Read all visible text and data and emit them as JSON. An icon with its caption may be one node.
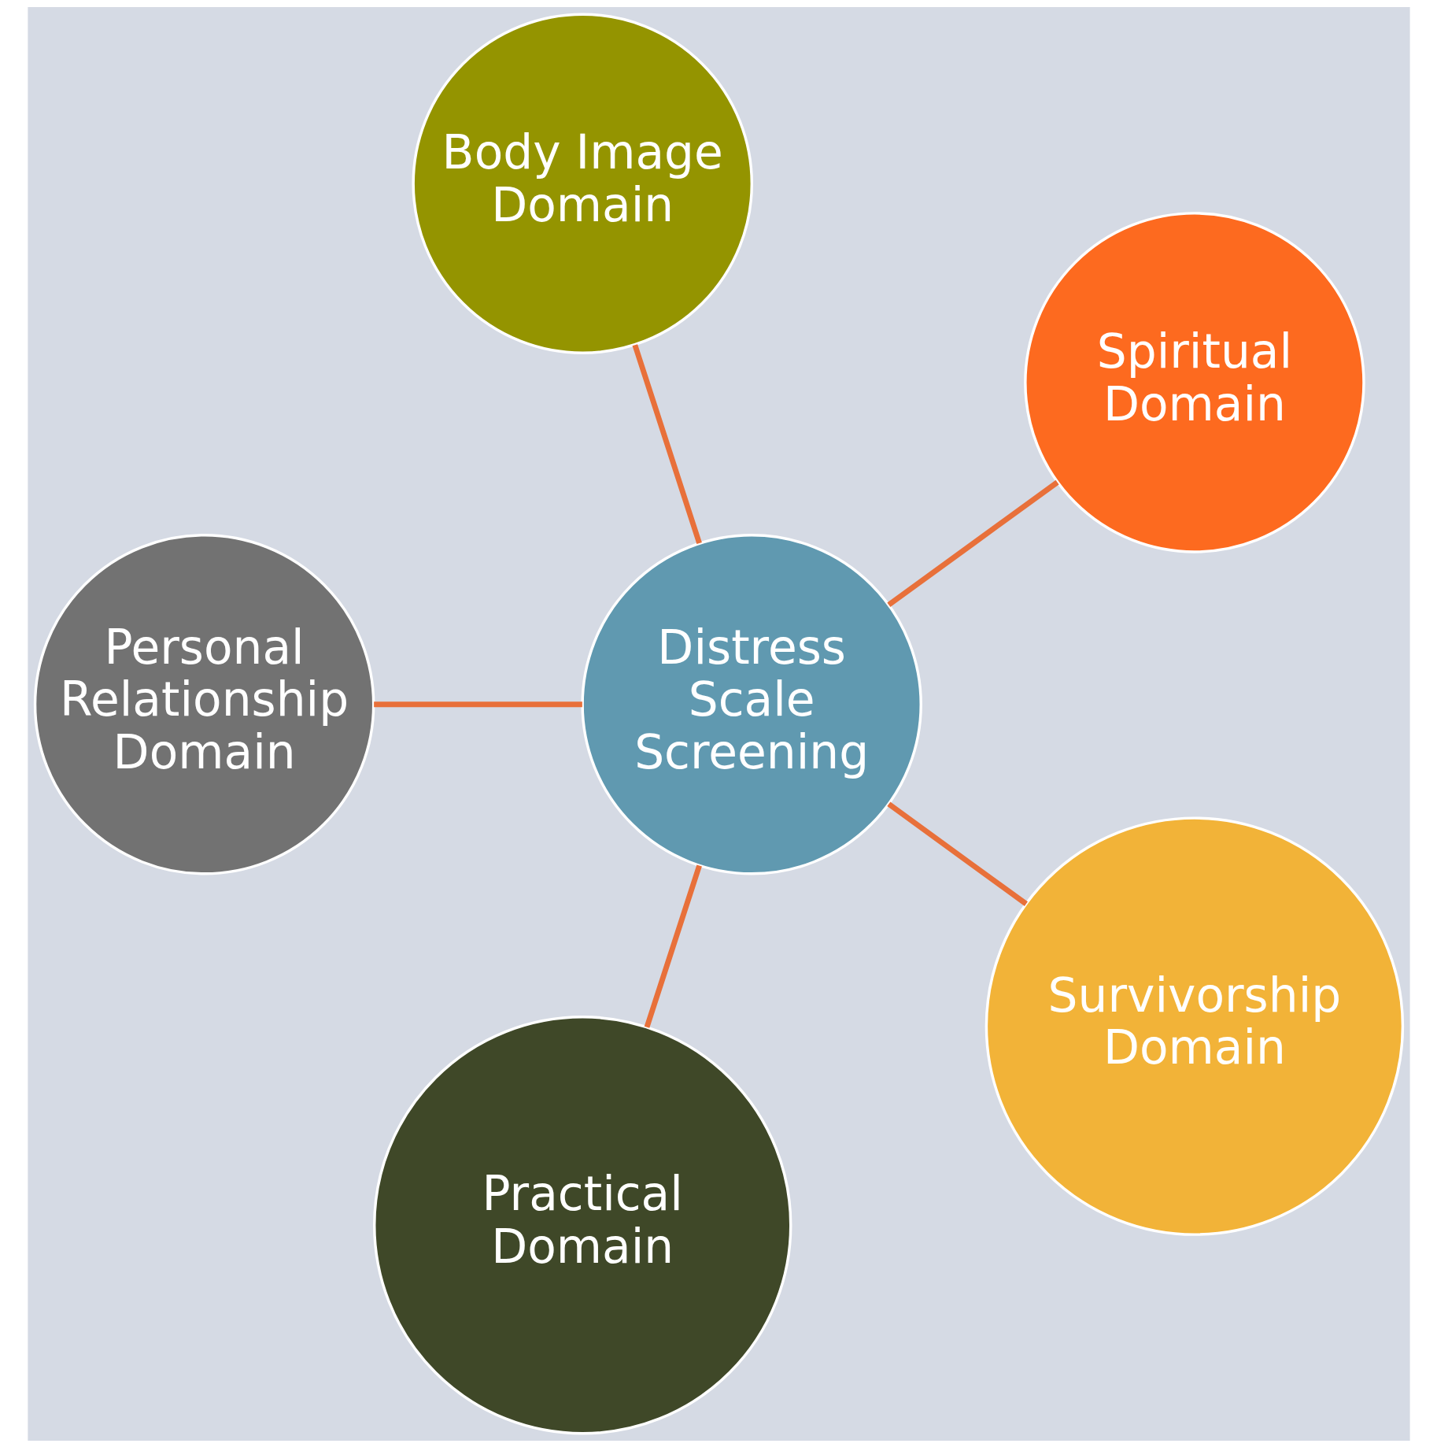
{
  "diagram": {
    "nodes": [
      {
        "text": [
          "Spiritual Domain"
        ]
      },
      {
        "text": [
          "Body Image Domain"
        ]
      },
      {
        "text": [
          "Personal Relationship Domain"
        ]
      },
      {
        "text": [
          "Distress Scale Screening"
        ]
      },
      {
        "text": [
          "Practical Domain"
        ]
      },
      {
        "text": [
          "Survivorship Domain"
        ]
      }
    ],
    "edges": [
      {
        "from": 3,
        "to": 0,
        "arrow": "none"
      },
      {
        "from": 3,
        "to": 2,
        "arrow": "none"
      },
      {
        "from": 3,
        "to": 5,
        "arrow": "none"
      },
      {
        "from": 3,
        "to": 4,
        "arrow": "none"
      },
      {
        "from": 3,
        "to": 1,
        "arrow": "none"
      }
    ]
  }
}
